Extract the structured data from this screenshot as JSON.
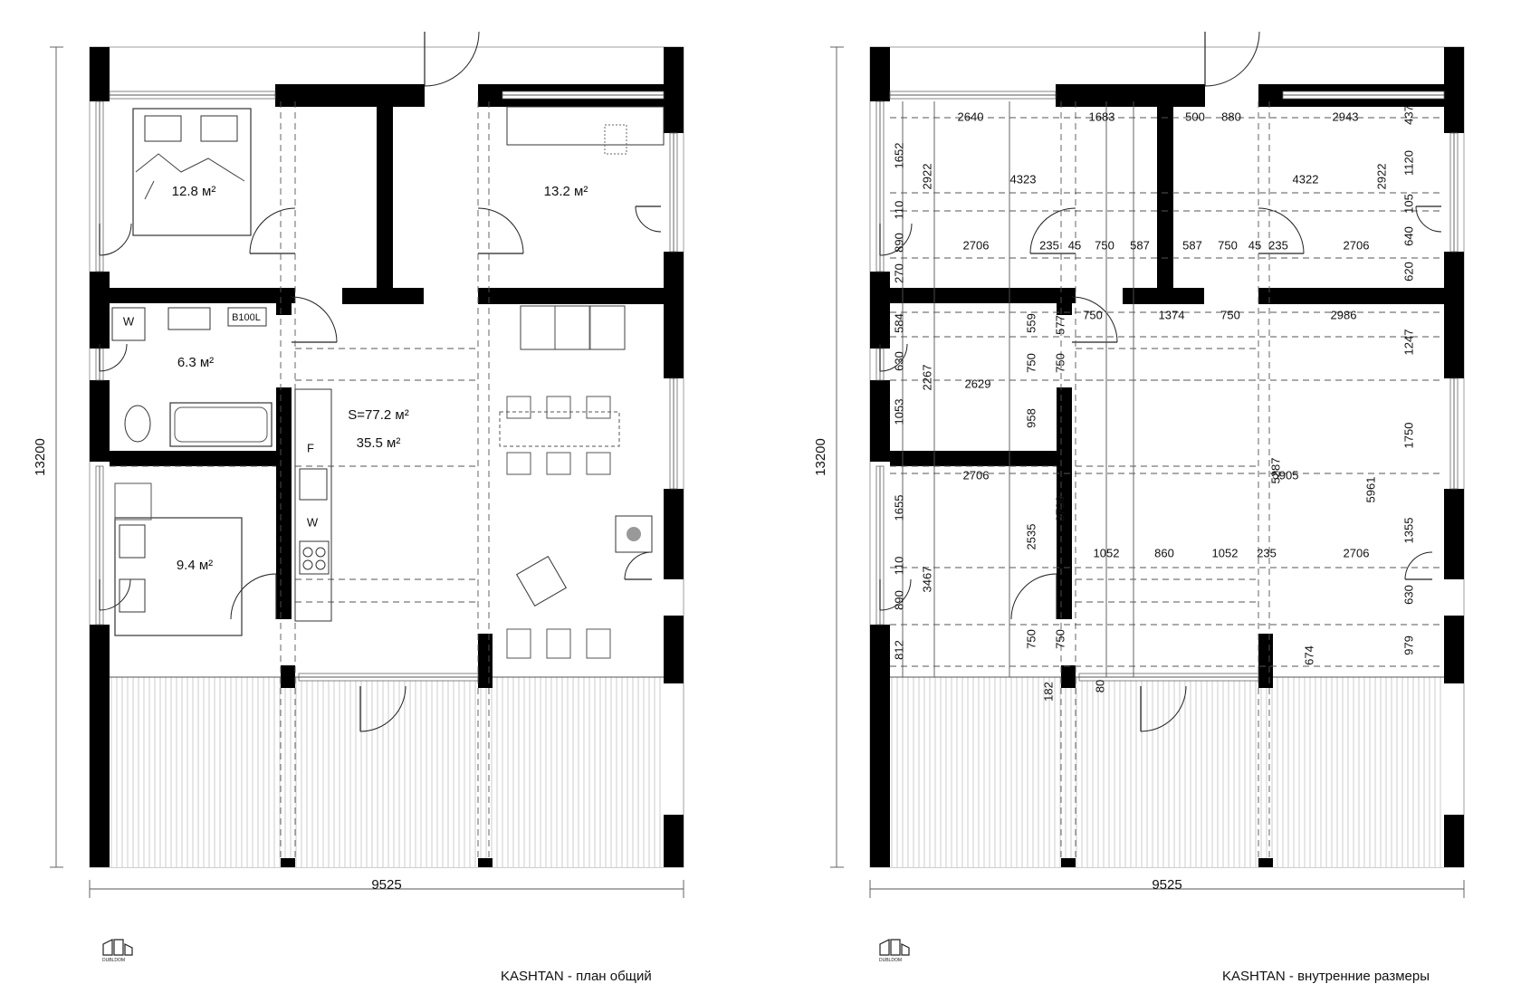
{
  "plans": [
    {
      "id": "general",
      "caption": "KASHTAN - план общий",
      "overall_width": "9525",
      "overall_height": "13200",
      "rooms": [
        {
          "label": "12.8 м²"
        },
        {
          "label": "13.2 м²"
        },
        {
          "label": "6.3 м²"
        },
        {
          "label": "S=77.2 м²"
        },
        {
          "label": "35.5 м²"
        },
        {
          "label": "9.4 м²"
        }
      ],
      "fixtures": {
        "washer_bath": "W",
        "boiler": "B100L",
        "fridge": "F",
        "washer_kitchen": "W"
      }
    },
    {
      "id": "internal",
      "caption": "KASHTAN - внутренние размеры",
      "overall_width": "9525",
      "overall_height": "13200",
      "dimensions": [
        "2640",
        "1683",
        "500",
        "880",
        "2943",
        "437",
        "1652",
        "2922",
        "4323",
        "4322",
        "2922",
        "1120",
        "110",
        "105",
        "890",
        "640",
        "2706",
        "235",
        "45",
        "750",
        "587",
        "587",
        "750",
        "45",
        "235",
        "2706",
        "270",
        "620",
        "584",
        "559",
        "577",
        "750",
        "1374",
        "750",
        "2986",
        "630",
        "2267",
        "750",
        "750",
        "1247",
        "2629",
        "1053",
        "958",
        "1750",
        "2706",
        "5905",
        "5287",
        "5961",
        "1655",
        "3700",
        "2535",
        "1355",
        "110",
        "3467",
        "1052",
        "860",
        "1052",
        "235",
        "2706",
        "890",
        "630",
        "750",
        "750",
        "674",
        "979",
        "812",
        "182",
        "80"
      ]
    }
  ],
  "brand": "DUBLDOM"
}
